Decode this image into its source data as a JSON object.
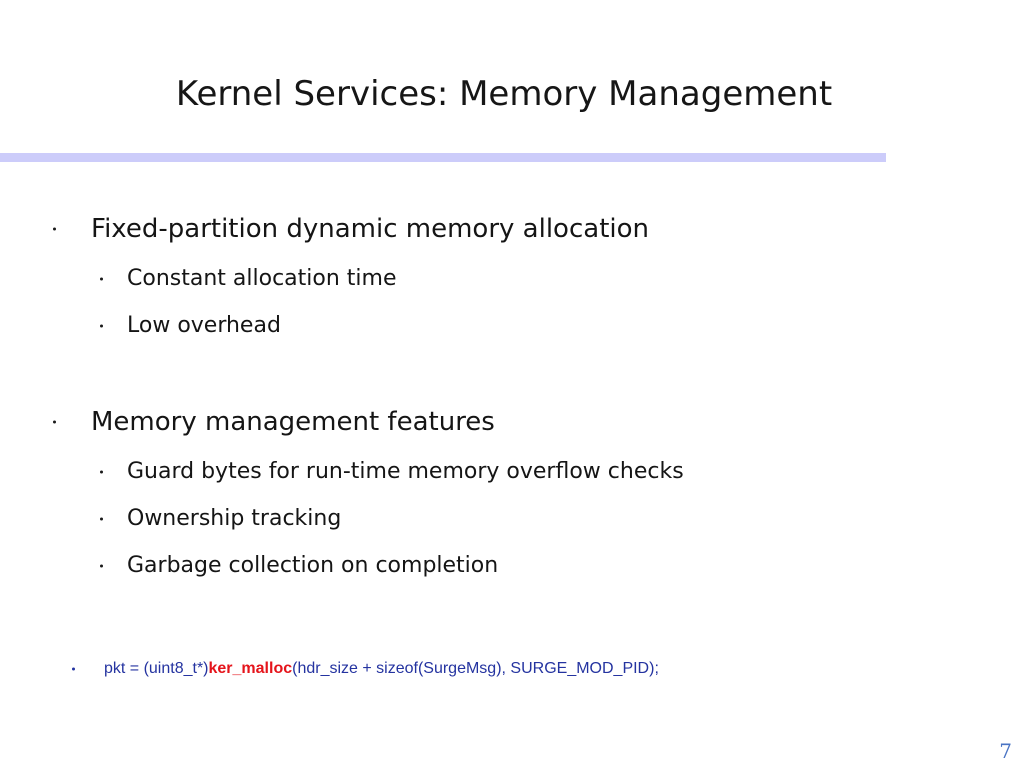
{
  "slide": {
    "title": "Kernel Services: Memory Management",
    "bullets": [
      {
        "text": "Fixed-partition dynamic memory allocation",
        "sub": [
          "Constant allocation time",
          "Low overhead"
        ]
      },
      {
        "text": "Memory management features",
        "sub": [
          "Guard bytes for run-time memory overflow checks",
          "Ownership tracking",
          "Garbage collection on completion"
        ]
      }
    ],
    "code": {
      "prefix": "pkt = (uint8_t*)",
      "highlight": "ker_malloc",
      "suffix": "(hdr_size + sizeof(SurgeMsg), SURGE_MOD_PID);"
    },
    "page_number": "7"
  },
  "colors": {
    "title_rule": "#ccccfa",
    "code_text": "#2433a0",
    "code_highlight": "#e5141b",
    "page_number": "#4a74c4"
  }
}
